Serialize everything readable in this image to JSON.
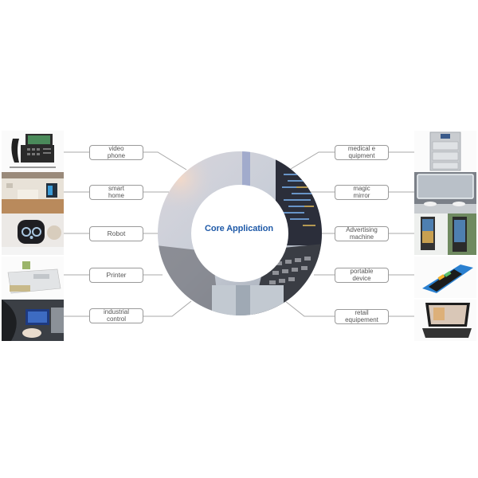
{
  "diagram": {
    "center": {
      "title": "Core Application",
      "title_color": "#1f5aa8"
    },
    "left_items": [
      {
        "label_line1": "video",
        "label_line2": "phone",
        "image": "video-phone-image"
      },
      {
        "label_line1": "smart",
        "label_line2": "home",
        "image": "smart-home-image"
      },
      {
        "label_line1": "Robot",
        "label_line2": "",
        "image": "robot-image"
      },
      {
        "label_line1": "Printer",
        "label_line2": "",
        "image": "printer-image"
      },
      {
        "label_line1": "industrial",
        "label_line2": "control",
        "image": "car-dashboard-image"
      }
    ],
    "right_items": [
      {
        "label_line1": "medical e",
        "label_line2": "quipment",
        "image": "medical-cabinet-image"
      },
      {
        "label_line1": "magic",
        "label_line2": "mirror",
        "image": "bathroom-mirror-image"
      },
      {
        "label_line1": "Advertising",
        "label_line2": "machine",
        "image": "advertising-kiosk-image"
      },
      {
        "label_line1": "portable",
        "label_line2": "device",
        "image": "pos-handheld-image"
      },
      {
        "label_line1": "retail",
        "label_line2": "equipement",
        "image": "pos-terminal-image"
      }
    ],
    "colors": {
      "line": "#9a9a9a",
      "box_border": "#9a9a9a",
      "text": "#555555"
    }
  }
}
